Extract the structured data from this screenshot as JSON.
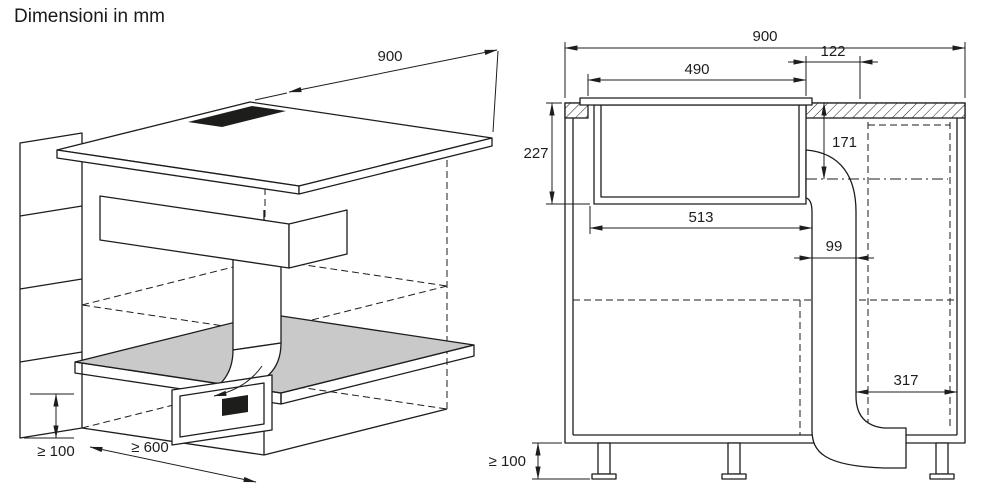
{
  "title": "Dimensioni in mm",
  "colors": {
    "line": "#1d1d1b",
    "background": "#ffffff",
    "plenum_fill": "#c9c9c9",
    "vent_fill": "#1d1d1b"
  },
  "isometric_view": {
    "dims": {
      "width": "900",
      "plinth_height": "≥ 100",
      "depth": "≥ 600"
    }
  },
  "section_view": {
    "dims": {
      "total_width": "900",
      "duct_right_offset": "122",
      "cutout_width": "490",
      "hob_total_depth": "227",
      "hob_inner_depth": "171",
      "clearance_below_width": "513",
      "duct_width": "99",
      "right_clearance_width": "317",
      "plinth_height": "≥ 100"
    }
  }
}
